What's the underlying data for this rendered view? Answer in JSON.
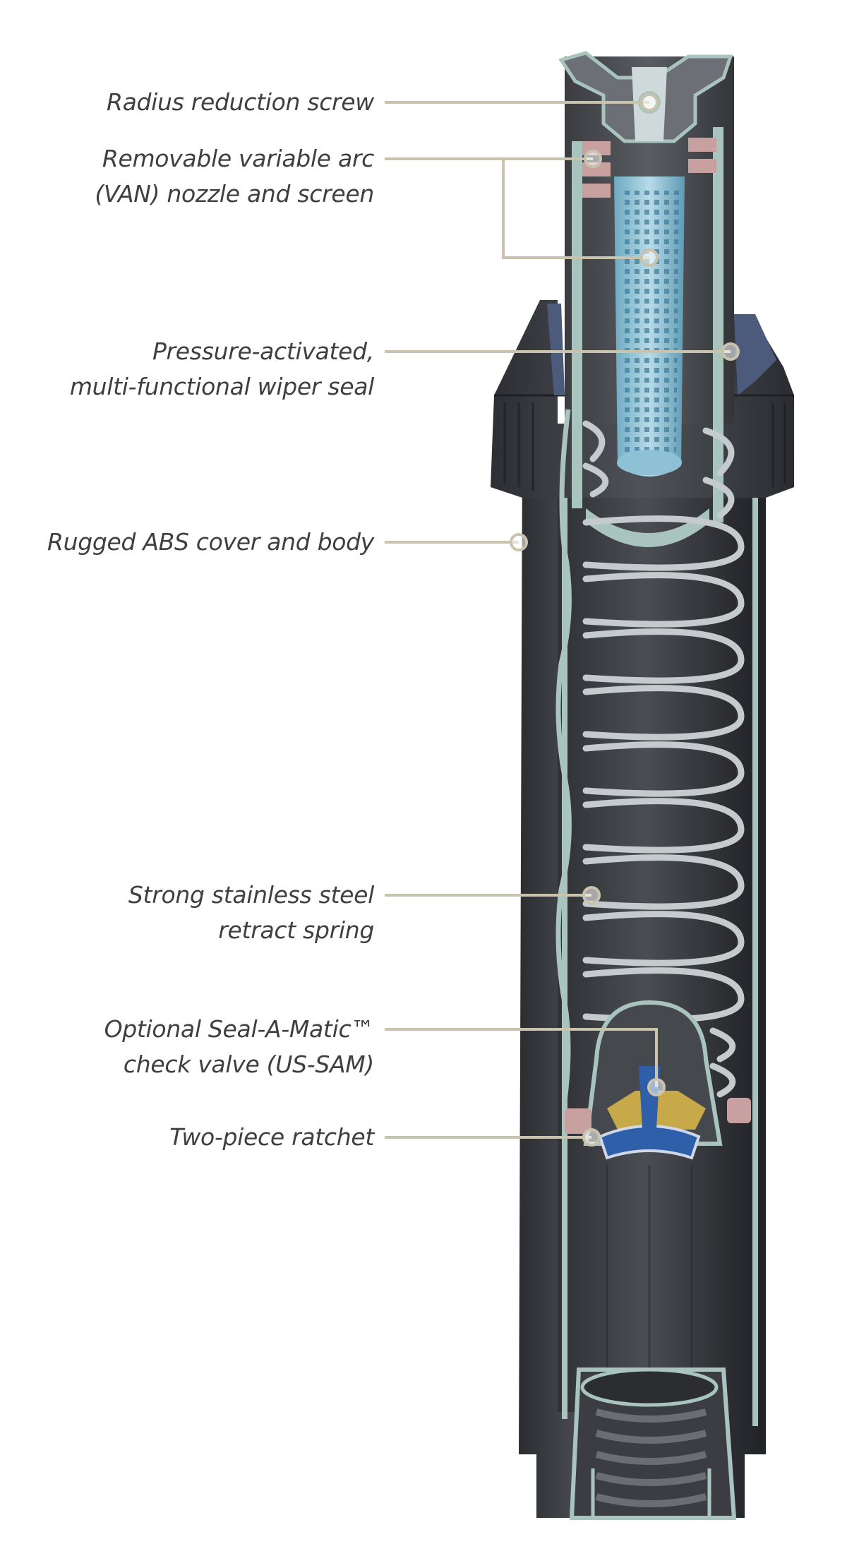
{
  "callouts": [
    {
      "lines": [
        "Radius reduction screw"
      ]
    },
    {
      "lines": [
        "Removable variable arc",
        "(VAN) nozzle and screen"
      ]
    },
    {
      "lines": [
        "Pressure-activated,",
        "multi-functional wiper seal"
      ]
    },
    {
      "lines": [
        "Rugged ABS cover and body"
      ]
    },
    {
      "lines": [
        "Strong stainless steel",
        "retract spring"
      ]
    },
    {
      "lines": [
        "Optional Seal-A-Matic™",
        "check valve (US-SAM)"
      ]
    },
    {
      "lines": [
        "Two-piece ratchet"
      ]
    }
  ],
  "colors": {
    "leader": "#c9c2ac",
    "label_text": "#3f3f3f",
    "body": "#3b3d42",
    "body_highlight": "#64676d",
    "inner_wall": "#a9c3bd",
    "screen": "#8ec1d6",
    "cover": "#4c5a7c",
    "spring": "#c5cbcd",
    "brass": "#c8a94a",
    "seal_blue": "#2e5fa8"
  },
  "icons": [
    "sprinkler-cutaway-illustration",
    "callout-marker-icon"
  ]
}
